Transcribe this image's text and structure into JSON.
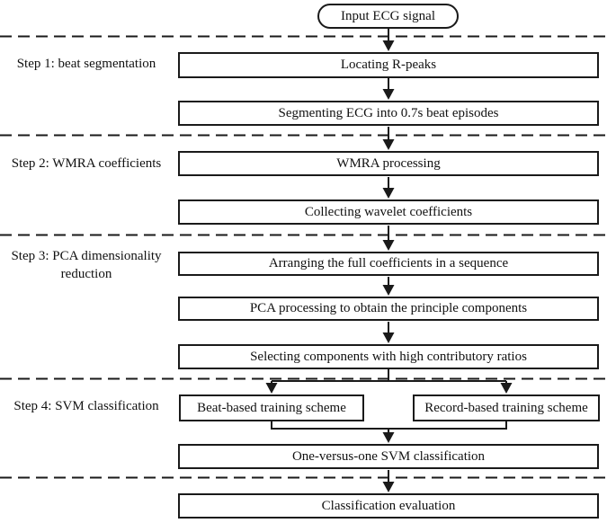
{
  "flowchart": {
    "start_node": "Input ECG signal",
    "step_labels": {
      "step1": "Step 1: beat segmentation",
      "step2": "Step 2: WMRA coefficients",
      "step3": "Step 3: PCA dimensionality reduction",
      "step4": "Step 4: SVM classification"
    },
    "nodes": {
      "locating_r_peaks": "Locating R-peaks",
      "segmenting_ecg": "Segmenting ECG into 0.7s beat episodes",
      "wmra_processing": "WMRA processing",
      "collecting_wavelet": "Collecting wavelet coefficients",
      "arranging_coefficients": "Arranging the full coefficients in a sequence",
      "pca_processing": "PCA processing to obtain the principle components",
      "selecting_components": "Selecting components with high contributory ratios",
      "beat_based": "Beat-based training scheme",
      "record_based": "Record-based training scheme",
      "one_versus_one": "One-versus-one SVM classification",
      "classification_evaluation": "Classification evaluation"
    },
    "colors": {
      "line": "#1a1a1a",
      "background": "#ffffff",
      "text": "#111111"
    }
  }
}
